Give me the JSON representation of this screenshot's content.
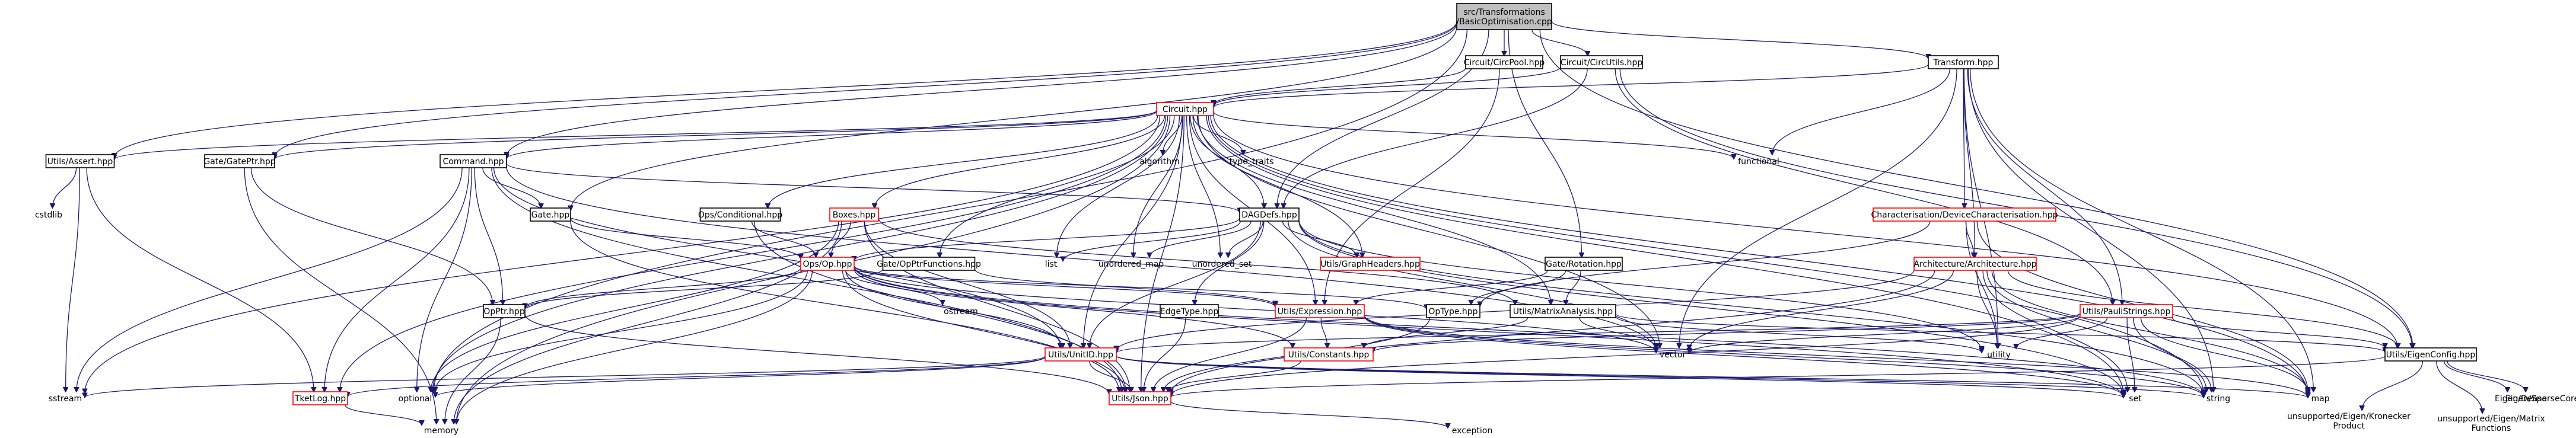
{
  "nodes": [
    {
      "id": "root",
      "label": "src/Transformations\n/BasicOptimisation.cpp",
      "kind": "root"
    },
    {
      "id": "circpool",
      "label": "Circuit/CircPool.hpp",
      "kind": "doc"
    },
    {
      "id": "circutils",
      "label": "Circuit/CircUtils.hpp",
      "kind": "doc"
    },
    {
      "id": "transform",
      "label": "Transform.hpp",
      "kind": "doc"
    },
    {
      "id": "circuit",
      "label": "Circuit.hpp",
      "kind": "red"
    },
    {
      "id": "assert",
      "label": "Utils/Assert.hpp",
      "kind": "doc"
    },
    {
      "id": "gateptr",
      "label": "Gate/GatePtr.hpp",
      "kind": "doc"
    },
    {
      "id": "command",
      "label": "Command.hpp",
      "kind": "doc"
    },
    {
      "id": "algorithm",
      "label": "algorithm",
      "kind": "ext"
    },
    {
      "id": "type_traits",
      "label": "type_traits",
      "kind": "ext"
    },
    {
      "id": "functional",
      "label": "functional",
      "kind": "ext"
    },
    {
      "id": "cstdlib",
      "label": "cstdlib",
      "kind": "ext"
    },
    {
      "id": "gate",
      "label": "Gate.hpp",
      "kind": "doc"
    },
    {
      "id": "opsconditional",
      "label": "Ops/Conditional.hpp",
      "kind": "doc"
    },
    {
      "id": "boxes",
      "label": "Boxes.hpp",
      "kind": "red"
    },
    {
      "id": "dagdefs",
      "label": "DAGDefs.hpp",
      "kind": "doc"
    },
    {
      "id": "characterisation",
      "label": "Characterisation/DeviceCharacterisation.hpp",
      "kind": "red"
    },
    {
      "id": "opsop",
      "label": "Ops/Op.hpp",
      "kind": "red"
    },
    {
      "id": "gateopptr",
      "label": "Gate/OpPtrFunctions.hpp",
      "kind": "doc"
    },
    {
      "id": "list",
      "label": "list",
      "kind": "ext"
    },
    {
      "id": "unordered_map",
      "label": "unordered_map",
      "kind": "ext"
    },
    {
      "id": "unordered_set",
      "label": "unordered_set",
      "kind": "ext"
    },
    {
      "id": "graphheaders",
      "label": "Utils/GraphHeaders.hpp",
      "kind": "red"
    },
    {
      "id": "gaterotation",
      "label": "Gate/Rotation.hpp",
      "kind": "doc"
    },
    {
      "id": "architecture",
      "label": "Architecture/Architecture.hpp",
      "kind": "red"
    },
    {
      "id": "opptr",
      "label": "OpPtr.hpp",
      "kind": "doc"
    },
    {
      "id": "ostream",
      "label": "ostream",
      "kind": "ext"
    },
    {
      "id": "edgetype",
      "label": "EdgeType.hpp",
      "kind": "doc"
    },
    {
      "id": "expression",
      "label": "Utils/Expression.hpp",
      "kind": "red"
    },
    {
      "id": "optype",
      "label": "OpType.hpp",
      "kind": "doc"
    },
    {
      "id": "matrixanalysis",
      "label": "Utils/MatrixAnalysis.hpp",
      "kind": "doc"
    },
    {
      "id": "paulistrings",
      "label": "Utils/PauliStrings.hpp",
      "kind": "red"
    },
    {
      "id": "vector",
      "label": "vector",
      "kind": "ext"
    },
    {
      "id": "utility",
      "label": "utility",
      "kind": "ext"
    },
    {
      "id": "unitid",
      "label": "Utils/UnitID.hpp",
      "kind": "red"
    },
    {
      "id": "constants",
      "label": "Utils/Constants.hpp",
      "kind": "red"
    },
    {
      "id": "eigenconfig",
      "label": "Utils/EigenConfig.hpp",
      "kind": "doc"
    },
    {
      "id": "sstream",
      "label": "sstream",
      "kind": "ext"
    },
    {
      "id": "tketlog",
      "label": "TketLog.hpp",
      "kind": "red"
    },
    {
      "id": "optional",
      "label": "optional",
      "kind": "ext"
    },
    {
      "id": "json",
      "label": "Utils/Json.hpp",
      "kind": "red"
    },
    {
      "id": "set",
      "label": "set",
      "kind": "ext"
    },
    {
      "id": "string",
      "label": "string",
      "kind": "ext"
    },
    {
      "id": "map",
      "label": "map",
      "kind": "ext"
    },
    {
      "id": "kronecker",
      "label": "unsupported/Eigen/Kronecker\nProduct",
      "kind": "ext"
    },
    {
      "id": "matrixfunctions",
      "label": "unsupported/Eigen/Matrix\nFunctions",
      "kind": "ext"
    },
    {
      "id": "eigendense",
      "label": "Eigen/Dense",
      "kind": "ext"
    },
    {
      "id": "eigensparse",
      "label": "Eigen/SparseCore",
      "kind": "ext"
    },
    {
      "id": "memory",
      "label": "memory",
      "kind": "ext"
    },
    {
      "id": "exception",
      "label": "exception",
      "kind": "ext"
    }
  ],
  "edges": [
    [
      "root",
      "circpool"
    ],
    [
      "root",
      "circutils"
    ],
    [
      "root",
      "transform"
    ],
    [
      "root",
      "assert"
    ],
    [
      "root",
      "gateptr"
    ],
    [
      "root",
      "command"
    ],
    [
      "root",
      "gate"
    ],
    [
      "root",
      "dagdefs"
    ],
    [
      "root",
      "optional"
    ],
    [
      "root",
      "eigenconfig"
    ],
    [
      "root",
      "gaterotation"
    ],
    [
      "circpool",
      "circuit"
    ],
    [
      "circpool",
      "expression"
    ],
    [
      "circutils",
      "circuit"
    ],
    [
      "circutils",
      "dagdefs"
    ],
    [
      "circutils",
      "eigenconfig"
    ],
    [
      "circutils",
      "paulistrings"
    ],
    [
      "transform",
      "circuit"
    ],
    [
      "transform",
      "characterisation"
    ],
    [
      "transform",
      "architecture"
    ],
    [
      "transform",
      "functional"
    ],
    [
      "transform",
      "paulistrings"
    ],
    [
      "transform",
      "utility"
    ],
    [
      "transform",
      "vector"
    ],
    [
      "transform",
      "map"
    ],
    [
      "transform",
      "string"
    ],
    [
      "circuit",
      "assert"
    ],
    [
      "circuit",
      "gateptr"
    ],
    [
      "circuit",
      "command"
    ],
    [
      "circuit",
      "algorithm"
    ],
    [
      "circuit",
      "type_traits"
    ],
    [
      "circuit",
      "functional"
    ],
    [
      "circuit",
      "opsconditional"
    ],
    [
      "circuit",
      "boxes"
    ],
    [
      "circuit",
      "dagdefs"
    ],
    [
      "circuit",
      "list"
    ],
    [
      "circuit",
      "unordered_map"
    ],
    [
      "circuit",
      "unordered_set"
    ],
    [
      "circuit",
      "graphheaders"
    ],
    [
      "circuit",
      "gateopptr"
    ],
    [
      "circuit",
      "expression"
    ],
    [
      "circuit",
      "unitid"
    ],
    [
      "circuit",
      "json"
    ],
    [
      "circuit",
      "sstream"
    ],
    [
      "circuit",
      "tketlog"
    ],
    [
      "circuit",
      "optional"
    ],
    [
      "circuit",
      "memory"
    ],
    [
      "circuit",
      "vector"
    ],
    [
      "circuit",
      "set"
    ],
    [
      "circuit",
      "string"
    ],
    [
      "circuit",
      "map"
    ],
    [
      "circuit",
      "matrixanalysis"
    ],
    [
      "circuit",
      "eigenconfig"
    ],
    [
      "assert",
      "cstdlib"
    ],
    [
      "assert",
      "sstream"
    ],
    [
      "assert",
      "tketlog"
    ],
    [
      "gateptr",
      "opptr"
    ],
    [
      "gateptr",
      "memory"
    ],
    [
      "command",
      "dagdefs"
    ],
    [
      "command",
      "gate"
    ],
    [
      "command",
      "opptr"
    ],
    [
      "command",
      "unitid"
    ],
    [
      "command",
      "sstream"
    ],
    [
      "command",
      "tketlog"
    ],
    [
      "command",
      "optional"
    ],
    [
      "command",
      "json"
    ],
    [
      "command",
      "vector"
    ],
    [
      "gate",
      "opsop"
    ],
    [
      "gate",
      "json"
    ],
    [
      "opsconditional",
      "opsop"
    ],
    [
      "opsconditional",
      "json"
    ],
    [
      "boxes",
      "opsop"
    ],
    [
      "boxes",
      "unitid"
    ],
    [
      "boxes",
      "json"
    ],
    [
      "boxes",
      "optional"
    ],
    [
      "boxes",
      "memory"
    ],
    [
      "boxes",
      "matrixanalysis"
    ],
    [
      "dagdefs",
      "opsop"
    ],
    [
      "dagdefs",
      "list"
    ],
    [
      "dagdefs",
      "unordered_map"
    ],
    [
      "dagdefs",
      "unordered_set"
    ],
    [
      "dagdefs",
      "graphheaders"
    ],
    [
      "dagdefs",
      "edgetype"
    ],
    [
      "dagdefs",
      "unitid"
    ],
    [
      "dagdefs",
      "utility"
    ],
    [
      "dagdefs",
      "vector"
    ],
    [
      "dagdefs",
      "string"
    ],
    [
      "dagdefs",
      "set"
    ],
    [
      "characterisation",
      "architecture"
    ],
    [
      "characterisation",
      "optype"
    ],
    [
      "characterisation",
      "utility"
    ],
    [
      "characterisation",
      "map"
    ],
    [
      "architecture",
      "unitid"
    ],
    [
      "architecture",
      "json"
    ],
    [
      "architecture",
      "eigenconfig"
    ],
    [
      "architecture",
      "vector"
    ],
    [
      "architecture",
      "set"
    ],
    [
      "architecture",
      "string"
    ],
    [
      "architecture",
      "map"
    ],
    [
      "architecture",
      "utility"
    ],
    [
      "opsop",
      "opptr"
    ],
    [
      "opsop",
      "optype"
    ],
    [
      "opsop",
      "expression"
    ],
    [
      "opsop",
      "constants"
    ],
    [
      "opsop",
      "unitid"
    ],
    [
      "opsop",
      "json"
    ],
    [
      "opsop",
      "ostream"
    ],
    [
      "opsop",
      "optional"
    ],
    [
      "opsop",
      "memory"
    ],
    [
      "opsop",
      "vector"
    ],
    [
      "opsop",
      "set"
    ],
    [
      "opsop",
      "string"
    ],
    [
      "gateopptr",
      "opptr"
    ],
    [
      "gateopptr",
      "expression"
    ],
    [
      "gaterotation",
      "expression"
    ],
    [
      "gaterotation",
      "matrixanalysis"
    ],
    [
      "gaterotation",
      "optype"
    ],
    [
      "opptr",
      "memory"
    ],
    [
      "opptr",
      "json"
    ],
    [
      "edgetype",
      "json"
    ],
    [
      "expression",
      "constants"
    ],
    [
      "expression",
      "json"
    ],
    [
      "expression",
      "set"
    ],
    [
      "expression",
      "string"
    ],
    [
      "expression",
      "map"
    ],
    [
      "optype",
      "json"
    ],
    [
      "matrixanalysis",
      "eigenconfig"
    ],
    [
      "matrixanalysis",
      "constants"
    ],
    [
      "matrixanalysis",
      "vector"
    ],
    [
      "matrixanalysis",
      "utility"
    ],
    [
      "paulistrings",
      "unitid"
    ],
    [
      "paulistrings",
      "constants"
    ],
    [
      "paulistrings",
      "json"
    ],
    [
      "paulistrings",
      "eigenconfig"
    ],
    [
      "paulistrings",
      "vector"
    ],
    [
      "paulistrings",
      "utility"
    ],
    [
      "paulistrings",
      "set"
    ],
    [
      "paulistrings",
      "string"
    ],
    [
      "paulistrings",
      "map"
    ],
    [
      "unitid",
      "json"
    ],
    [
      "unitid",
      "tketlog"
    ],
    [
      "unitid",
      "sstream"
    ],
    [
      "unitid",
      "optional"
    ],
    [
      "unitid",
      "string"
    ],
    [
      "unitid",
      "set"
    ],
    [
      "unitid",
      "map"
    ],
    [
      "constants",
      "json"
    ],
    [
      "eigenconfig",
      "json"
    ],
    [
      "eigenconfig",
      "kronecker"
    ],
    [
      "eigenconfig",
      "matrixfunctions"
    ],
    [
      "eigenconfig",
      "eigendense"
    ],
    [
      "eigenconfig",
      "eigensparse"
    ],
    [
      "tketlog",
      "memory"
    ],
    [
      "json",
      "exception"
    ]
  ]
}
